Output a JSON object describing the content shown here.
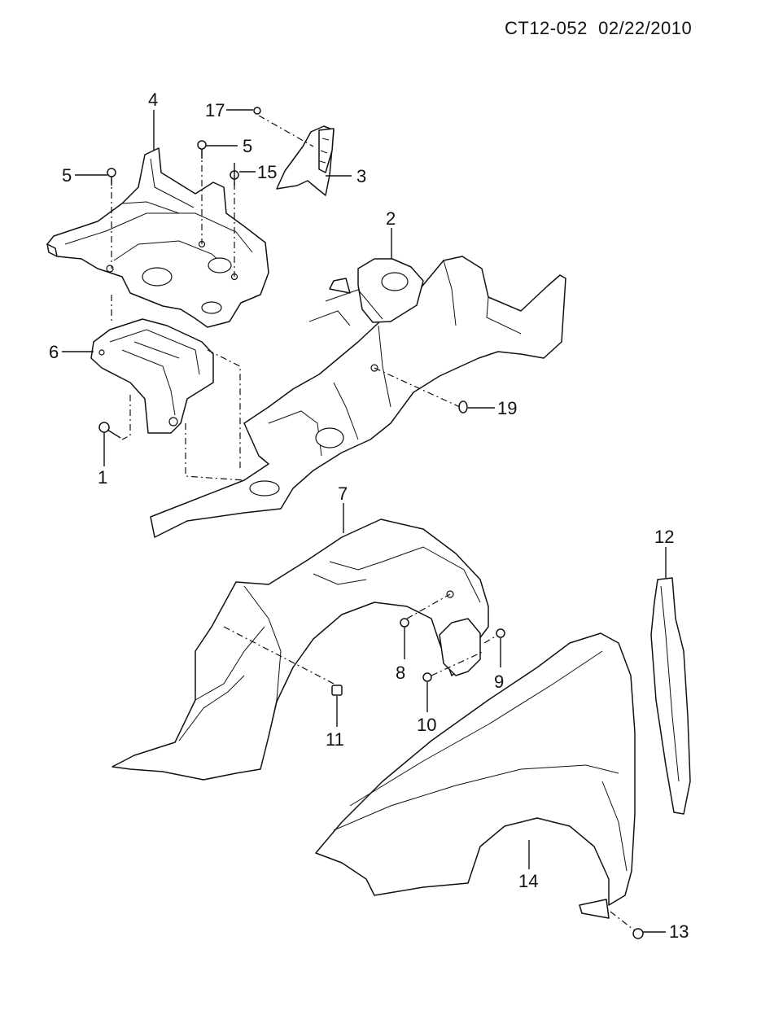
{
  "header": {
    "code": "CT12-052",
    "date": "02/22/2010"
  },
  "callouts": [
    {
      "id": "c1",
      "label": "1"
    },
    {
      "id": "c2",
      "label": "2"
    },
    {
      "id": "c3",
      "label": "3"
    },
    {
      "id": "c4",
      "label": "4"
    },
    {
      "id": "c5a",
      "label": "5"
    },
    {
      "id": "c5b",
      "label": "5"
    },
    {
      "id": "c6",
      "label": "6"
    },
    {
      "id": "c7",
      "label": "7"
    },
    {
      "id": "c8",
      "label": "8"
    },
    {
      "id": "c9",
      "label": "9"
    },
    {
      "id": "c10",
      "label": "10"
    },
    {
      "id": "c11",
      "label": "11"
    },
    {
      "id": "c12",
      "label": "12"
    },
    {
      "id": "c13",
      "label": "13"
    },
    {
      "id": "c14",
      "label": "14"
    },
    {
      "id": "c15",
      "label": "15"
    },
    {
      "id": "c17",
      "label": "17"
    },
    {
      "id": "c19",
      "label": "19"
    }
  ]
}
